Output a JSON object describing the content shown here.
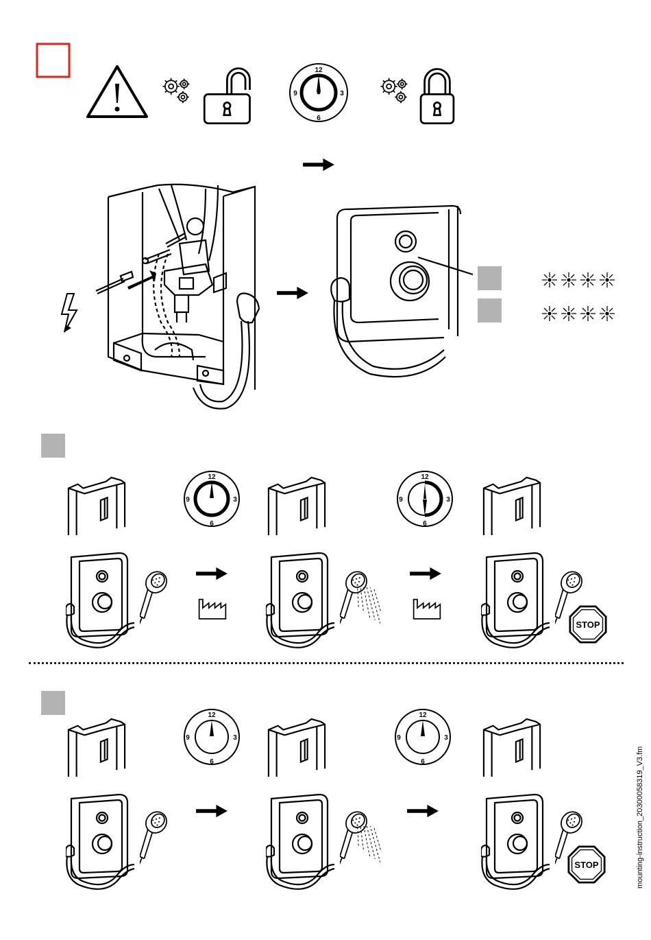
{
  "clock": {
    "n12": "12",
    "n3": "3",
    "n6": "6",
    "n9": "9"
  },
  "stop": "STOP",
  "filename": "mounting-instruction_20300058319_V3.fm",
  "colors": {
    "red_box": "#e2231a",
    "grey_box": "#b3b3b3",
    "ink": "#000000"
  }
}
